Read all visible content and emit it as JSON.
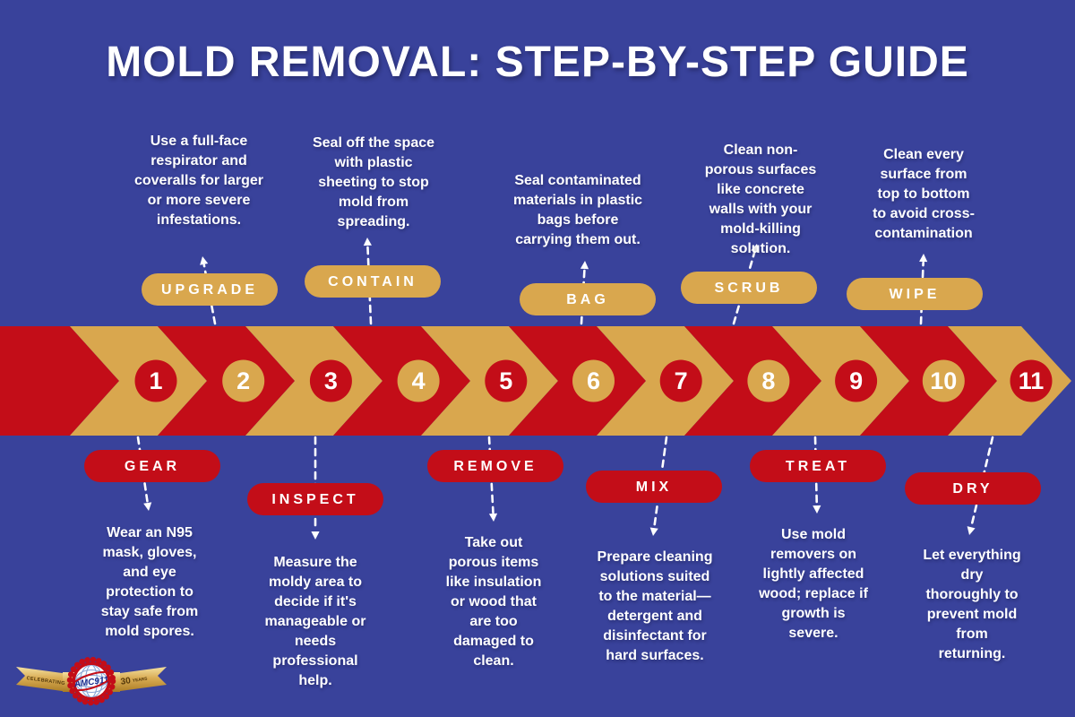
{
  "title": "MOLD REMOVAL: STEP-BY-STEP GUIDE",
  "colors": {
    "background": "#39429B",
    "chevron_red": "#C30D18",
    "chevron_gold": "#D9A74E",
    "text": "#FFFFFF"
  },
  "steps": [
    {
      "number": "1",
      "label": "GEAR",
      "position": "below",
      "description": "Wear an N95 mask, gloves, and eye protection to stay safe from mold spores."
    },
    {
      "number": "2",
      "label": "UPGRADE",
      "position": "above",
      "description": "Use a full-face respirator and coveralls for larger or more severe infestations."
    },
    {
      "number": "3",
      "label": "INSPECT",
      "position": "below",
      "description": "Measure the moldy area to decide if it's manageable or needs professional help."
    },
    {
      "number": "4",
      "label": "CONTAIN",
      "position": "above",
      "description": "Seal off the space with plastic sheeting to stop mold from spreading."
    },
    {
      "number": "5",
      "label": "REMOVE",
      "position": "below",
      "description": "Take out porous items like insulation or wood that are too damaged to clean."
    },
    {
      "number": "6",
      "label": "BAG",
      "position": "above",
      "description": "Seal contaminated materials in plastic bags before carrying them out."
    },
    {
      "number": "7",
      "label": "MIX",
      "position": "below",
      "description": "Prepare cleaning solutions suited to the material—detergent and disinfectant for hard surfaces."
    },
    {
      "number": "8",
      "label": "SCRUB",
      "position": "above",
      "description": "Clean non-porous surfaces like concrete walls with your mold-killing solution."
    },
    {
      "number": "9",
      "label": "TREAT",
      "position": "below",
      "description": "Use mold removers on lightly affected wood; replace if growth is severe."
    },
    {
      "number": "10",
      "label": "WIPE",
      "position": "above",
      "description": "Clean every surface from top to bottom to avoid cross-contamination"
    },
    {
      "number": "11",
      "label": "DRY",
      "position": "below",
      "description": "Let everything dry thoroughly to prevent mold from returning."
    }
  ],
  "logo": {
    "badge_text": "AMC911",
    "ribbon_left": "CELEBRATING",
    "ribbon_right_number": "30",
    "ribbon_right_word": "YEARS"
  }
}
